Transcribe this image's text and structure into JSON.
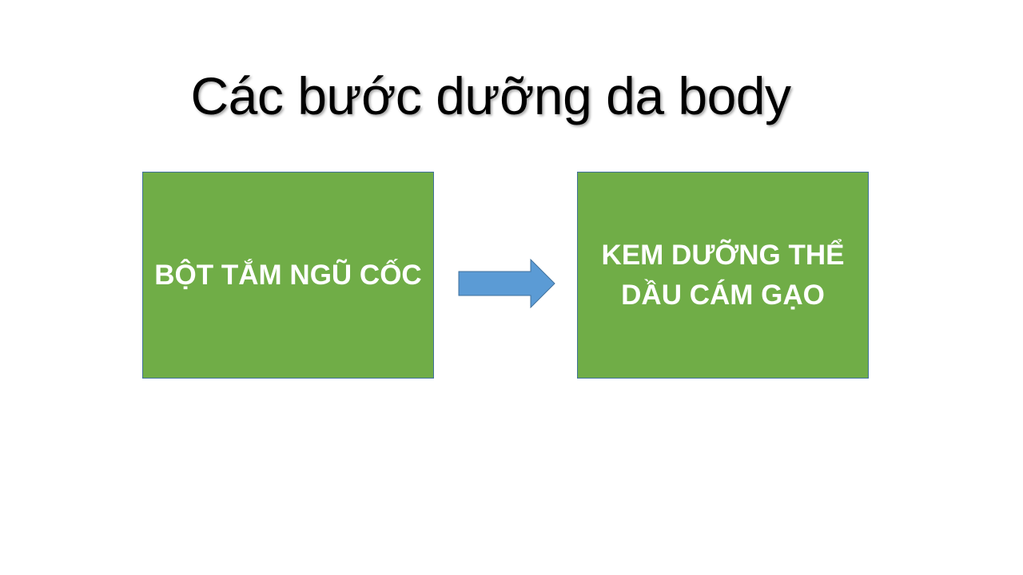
{
  "title": "Các bước dưỡng da body",
  "steps": [
    {
      "label": "BỘT TẮM NGŨ CỐC"
    },
    {
      "label_line1": "KEM DƯỠNG THỂ",
      "label_line2": "DẦU CÁM GẠO"
    }
  ],
  "connector": {
    "icon": "right-arrow-icon"
  },
  "colors": {
    "box_fill": "#70ad47",
    "box_border": "#41719c",
    "arrow_fill": "#5b9bd5",
    "arrow_border": "#41719c",
    "box_text": "#ffffff"
  }
}
